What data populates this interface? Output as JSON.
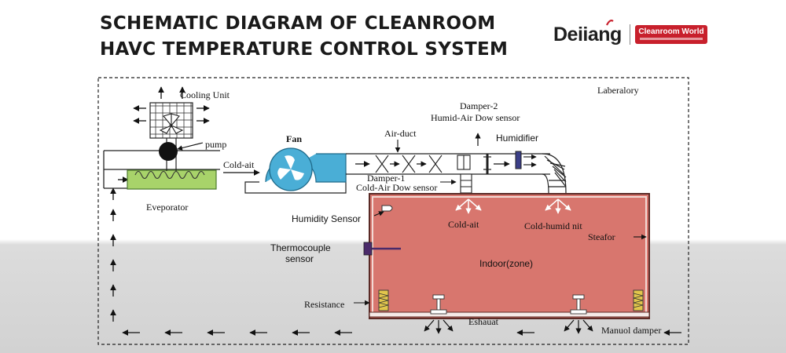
{
  "header": {
    "title_line1": "SCHEMATIC DIAGRAM OF CLEANROOM",
    "title_line2": "HAVC TEMPERATURE CONTROL SYSTEM"
  },
  "brand": {
    "wordmark": "Deiiang",
    "badge": "Cleanroom World",
    "badge_color": "#c8202c"
  },
  "labels": {
    "laboratory": "Laberalory",
    "cooling_unit": "Cooling Unit",
    "pump": "pump",
    "fan": "Fan",
    "air_duct": "Air-duct",
    "damper2": "Damper-2",
    "humid_air_sensor": "Humid-Air Dow sensor",
    "humidifier": "Humidifier",
    "cold_air_duct": "Cold-ait",
    "damper1": "Damper-1",
    "cold_air_sensor": "Cold-Air Dow sensor",
    "evaporator": "Eveporator",
    "humidity_sensor": "Humidity Sensor",
    "cold_air_zone": "Cold-ait",
    "cold_humid_air": "Cold-humid nit",
    "stator": "Steafor",
    "thermocouple_line1": "Thermocouple",
    "thermocouple_line2": "sensor",
    "indoor_zone": "Indoor(zone)",
    "resistance": "Resistance",
    "exhaust": "Eshauat",
    "manual_damper": "Manuol damper"
  },
  "colors": {
    "room_fill": "#d8766e",
    "fan_fill": "#4aaed6",
    "evaporator_fill": "#a8d36a",
    "resistance_fill": "#e2c64c"
  }
}
